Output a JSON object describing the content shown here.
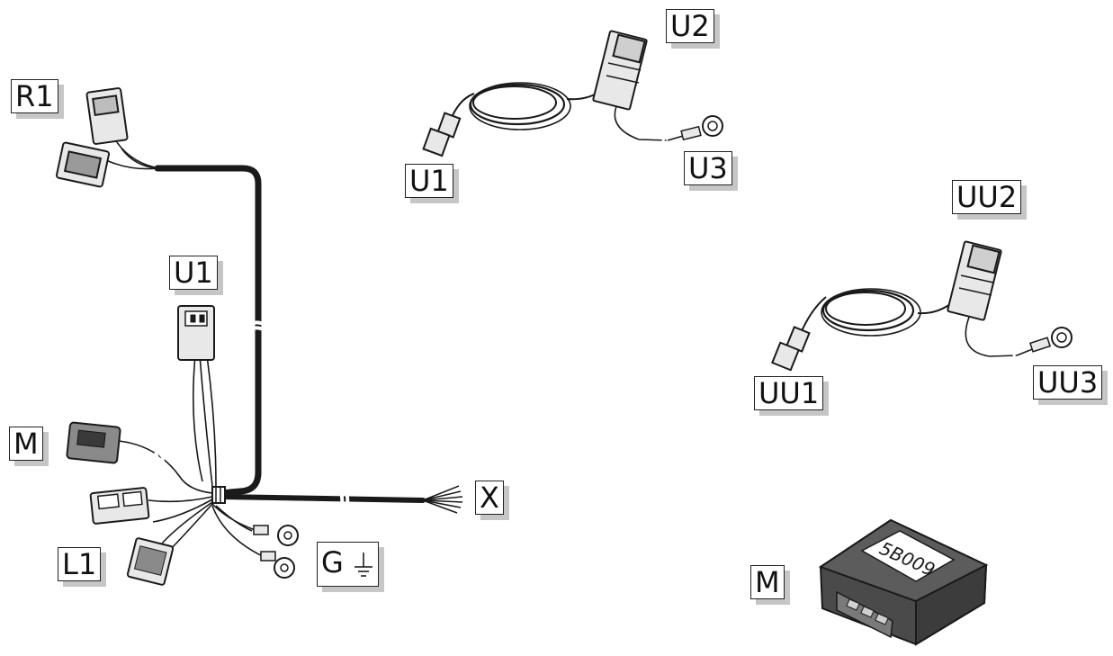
{
  "labels": {
    "r1": "R1",
    "u1_harness": "U1",
    "m_left": "M",
    "l1": "L1",
    "g": "G",
    "x": "X",
    "u1_top": "U1",
    "u2": "U2",
    "u3": "U3",
    "uu1": "UU1",
    "uu2": "UU2",
    "uu3": "UU3",
    "m_right": "M"
  },
  "module_code": "5B009",
  "colors": {
    "wire": "#1a1a1a",
    "connector_fill": "#e8e8e8",
    "module_body": "#4a4a4a",
    "label_shadow": "#c6c6c6"
  },
  "icons": [
    "ground-icon"
  ]
}
